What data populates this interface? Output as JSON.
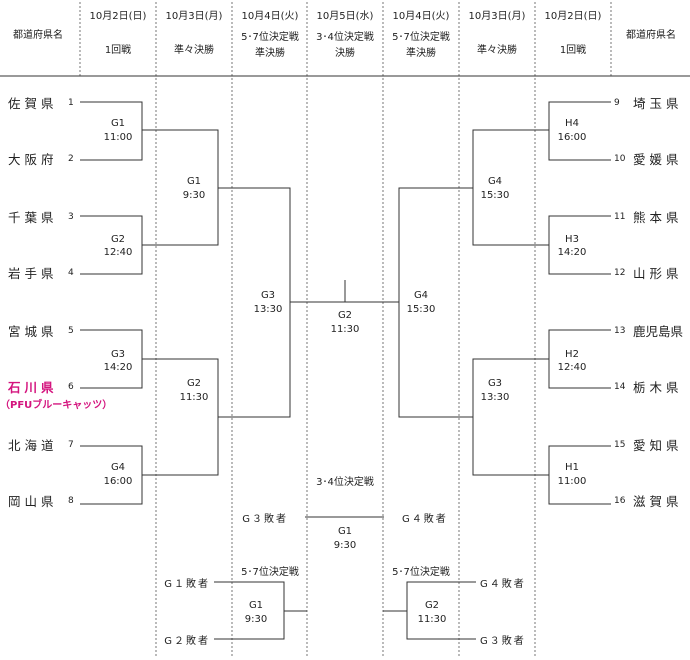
{
  "header": {
    "columns": [
      {
        "date": "",
        "round": "都道府県名"
      },
      {
        "date": "10月2日(日)",
        "round": "1回戦"
      },
      {
        "date": "10月3日(月)",
        "round": "準々決勝"
      },
      {
        "date": "10月4日(火)",
        "round": "5･7位決定戦",
        "round2": "準決勝"
      },
      {
        "date": "10月5日(水)",
        "round": "3･4位決定戦",
        "round2": "決勝"
      },
      {
        "date": "10月4日(火)",
        "round": "5･7位決定戦",
        "round2": "準決勝"
      },
      {
        "date": "10月3日(月)",
        "round": "準々決勝"
      },
      {
        "date": "10月2日(日)",
        "round": "1回戦"
      },
      {
        "date": "",
        "round": "都道府県名"
      }
    ]
  },
  "left_teams": [
    {
      "seed": "1",
      "name": "佐賀県"
    },
    {
      "seed": "2",
      "name": "大阪府"
    },
    {
      "seed": "3",
      "name": "千葉県"
    },
    {
      "seed": "4",
      "name": "岩手県"
    },
    {
      "seed": "5",
      "name": "宮城県"
    },
    {
      "seed": "6",
      "name": "石川県",
      "team": "（PFUブルーキャッツ）",
      "highlight": true
    },
    {
      "seed": "7",
      "name": "北海道"
    },
    {
      "seed": "8",
      "name": "岡山県"
    }
  ],
  "right_teams": [
    {
      "seed": "9",
      "name": "埼玉県"
    },
    {
      "seed": "10",
      "name": "愛媛県"
    },
    {
      "seed": "11",
      "name": "熊本県"
    },
    {
      "seed": "12",
      "name": "山形県"
    },
    {
      "seed": "13",
      "name": "鹿児島県"
    },
    {
      "seed": "14",
      "name": "栃木県"
    },
    {
      "seed": "15",
      "name": "愛知県"
    },
    {
      "seed": "16",
      "name": "滋賀県"
    }
  ],
  "matches": {
    "left_r1": [
      {
        "id": "G1",
        "time": "11:00"
      },
      {
        "id": "G2",
        "time": "12:40"
      },
      {
        "id": "G3",
        "time": "14:20"
      },
      {
        "id": "G4",
        "time": "16:00"
      }
    ],
    "left_qf": [
      {
        "id": "G1",
        "time": "9:30"
      },
      {
        "id": "G2",
        "time": "11:30"
      }
    ],
    "left_sf": {
      "id": "G3",
      "time": "13:30"
    },
    "final": {
      "id": "G2",
      "time": "11:30"
    },
    "right_sf": {
      "id": "G4",
      "time": "15:30"
    },
    "right_qf": [
      {
        "id": "G4",
        "time": "15:30"
      },
      {
        "id": "G3",
        "time": "13:30"
      }
    ],
    "right_r1": [
      {
        "id": "H4",
        "time": "16:00"
      },
      {
        "id": "H3",
        "time": "14:20"
      },
      {
        "id": "H2",
        "time": "12:40"
      },
      {
        "id": "H1",
        "time": "11:00"
      }
    ]
  },
  "third_place": {
    "title": "3･4位決定戦",
    "left": "G３敗者",
    "right": "G４敗者",
    "id": "G1",
    "time": "9:30"
  },
  "fifth_left": {
    "title": "5･7位決定戦",
    "top": "G１敗者",
    "bottom": "G２敗者",
    "id": "G1",
    "time": "9:30"
  },
  "fifth_right": {
    "title": "5･7位決定戦",
    "top": "G４敗者",
    "bottom": "G３敗者",
    "id": "G2",
    "time": "11:30"
  },
  "colors": {
    "highlight": "#d4147e",
    "line": "#333333"
  }
}
